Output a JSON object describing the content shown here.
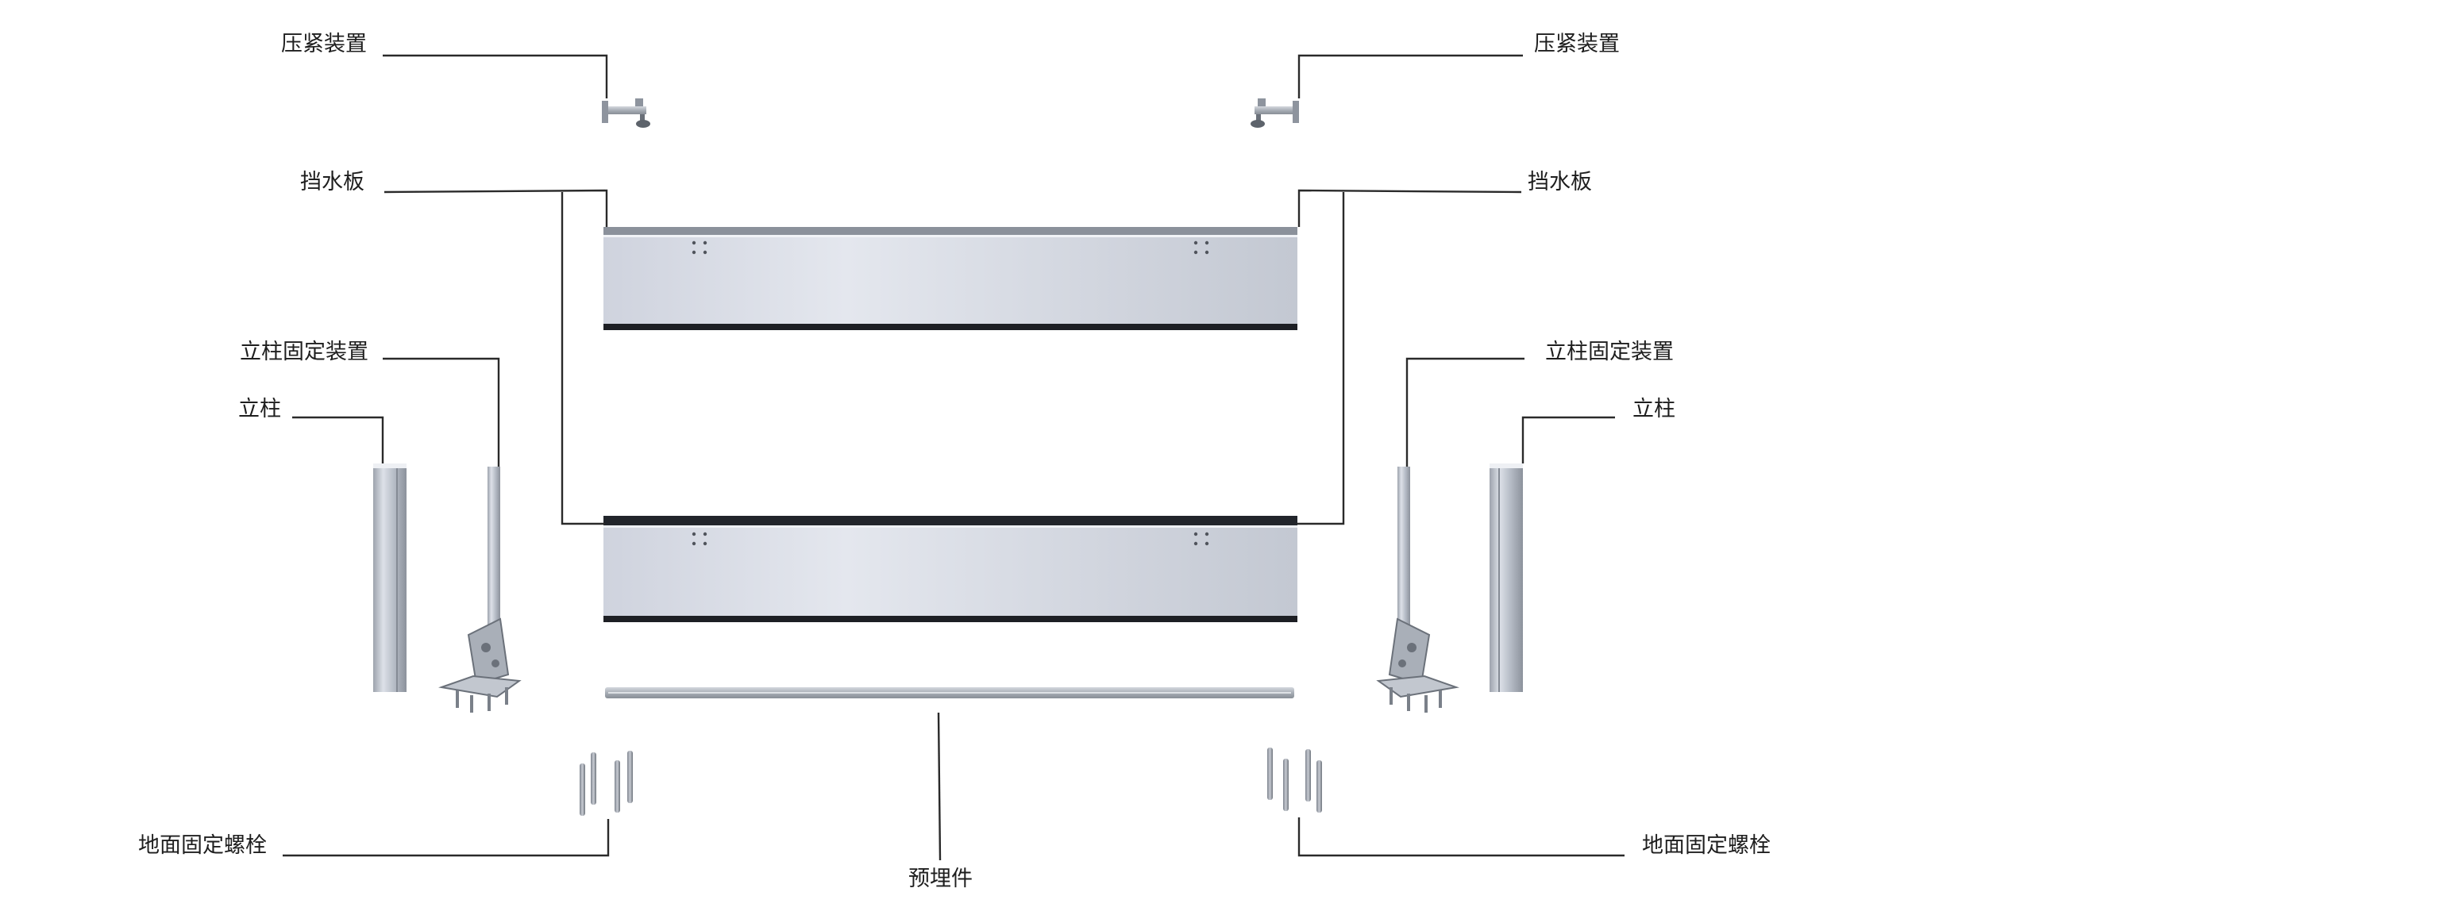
{
  "labels": {
    "clamp_left": "压紧装置",
    "clamp_right": "压紧装置",
    "panel_left": "挡水板",
    "panel_right": "挡水板",
    "post_fixture_left": "立柱固定装置",
    "post_fixture_right": "立柱固定装置",
    "post_left": "立柱",
    "post_right": "立柱",
    "bolts_left": "地面固定螺栓",
    "bolts_right": "地面固定螺栓",
    "embedded": "预埋件"
  },
  "colors": {
    "text": "#1e1e1e",
    "leader": "#2a2a2a",
    "panel_light": "#e2e6ee",
    "panel_mid": "#c6ccd8",
    "metal_dark": "#7e848e"
  }
}
